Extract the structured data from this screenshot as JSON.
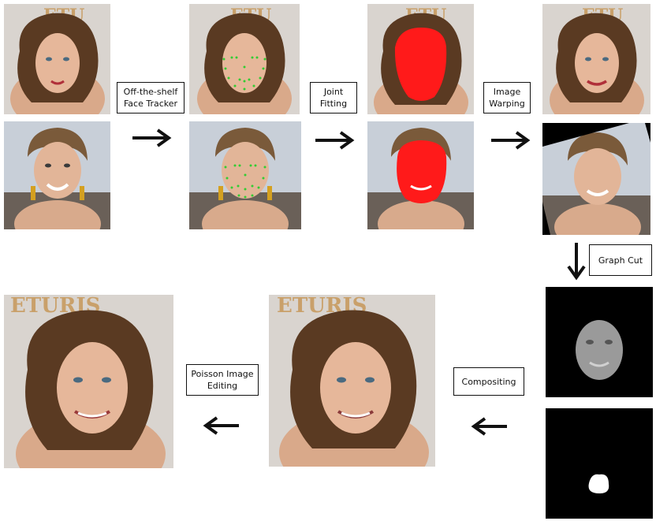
{
  "steps": {
    "face_tracker": {
      "line1": "Off-the-shelf",
      "line2": "Face Tracker"
    },
    "joint_fitting": {
      "line1": "Joint",
      "line2": "Fitting"
    },
    "image_warping": {
      "line1": "Image",
      "line2": "Warping"
    },
    "graph_cut": {
      "label": "Graph Cut"
    },
    "compositing": {
      "label": "Compositing"
    },
    "poisson": {
      "line1": "Poisson Image",
      "line2": "Editing"
    }
  },
  "colors": {
    "arrow": "#111111",
    "mask_red": "#ff1a1a",
    "landmarks": "#33cc33",
    "black": "#000000"
  },
  "icons": {
    "arrow_right": "arrow-right-icon",
    "arrow_down": "arrow-down-icon",
    "arrow_left": "arrow-left-icon"
  }
}
